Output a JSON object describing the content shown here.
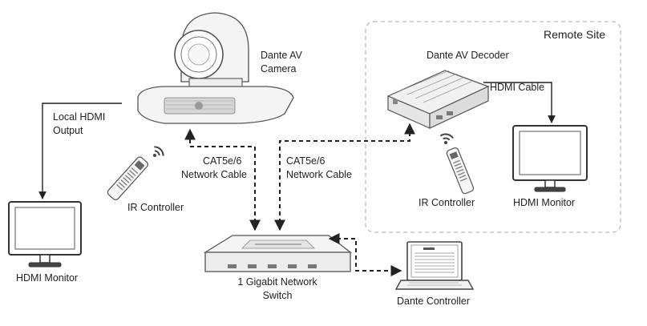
{
  "labels": {
    "remote_site": "Remote Site",
    "camera_line1": "Dante AV",
    "camera_line2": "Camera",
    "decoder": "Dante AV Decoder",
    "hdmi_cable": "HDMI Cable",
    "local_hdmi_line1": "Local HDMI",
    "local_hdmi_line2": "Output",
    "cat5_left_line1": "CAT5e/6",
    "cat5_left_line2": "Network Cable",
    "cat5_right_line1": "CAT5e/6",
    "cat5_right_line2": "Network Cable",
    "ir_controller_left": "IR Controller",
    "ir_controller_right": "IR Controller",
    "hdmi_monitor_left": "HDMI Monitor",
    "hdmi_monitor_right": "HDMI Monitor",
    "switch_line1": "1 Gigabit Network",
    "switch_line2": "Switch",
    "dante_controller": "Dante Controller"
  },
  "colors": {
    "line": "#222222",
    "device_stroke": "#555555",
    "device_fill": "#f4f4f4",
    "remote_border": "#bbbbbb"
  }
}
